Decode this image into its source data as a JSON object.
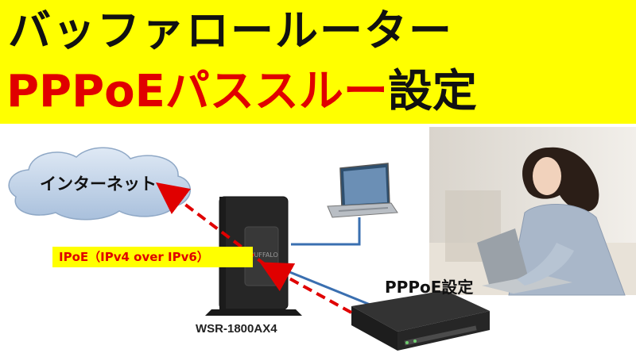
{
  "title": {
    "line1": "バッファロールーター",
    "line2_red": "PPPoEパススルー",
    "line2_black": "設定"
  },
  "diagram": {
    "cloud_label": "インターネット",
    "ipoe_label": "IPoE（IPv4 over IPv6）",
    "router_model": "WSR-1800AX4",
    "pppoe_label": "PPPoE設定",
    "router_logo": "BUFFALO"
  },
  "colors": {
    "banner": "#ffff00",
    "accent_red": "#e00000",
    "cloud": "#c5d6ea",
    "link_line": "#3a6fb0"
  },
  "icons": [
    "cloud-icon",
    "router-icon",
    "laptop-icon",
    "network-device-icon",
    "woman-laptop-photo"
  ]
}
